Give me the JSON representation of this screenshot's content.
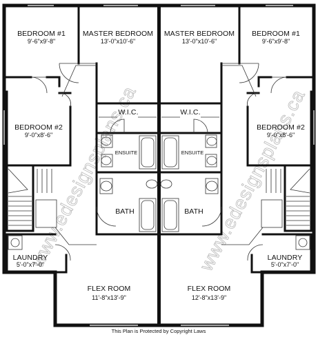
{
  "left_unit": {
    "bedroom1": {
      "name": "BEDROOM #1",
      "dims": "9'-6\"x9'-8\""
    },
    "master": {
      "name": "MASTER BEDROOM",
      "dims": "13'-0\"x10'-6\""
    },
    "wic": {
      "name": "W.I.C."
    },
    "bedroom2": {
      "name": "BEDROOM #2",
      "dims": "9'-0\"x8'-6\""
    },
    "ensuite": {
      "name": "ENSUITE"
    },
    "bath": {
      "name": "BATH"
    },
    "laundry": {
      "name": "LAUNDRY",
      "dims": "5'-0\"x7'-0\""
    },
    "flex": {
      "name": "FLEX ROOM",
      "dims": "11'-8\"x13'-9\""
    }
  },
  "right_unit": {
    "master": {
      "name": "MASTER BEDROOM",
      "dims": "13'-0\"x10'-6\""
    },
    "bedroom1": {
      "name": "BEDROOM #1",
      "dims": "9'-6\"x9'-8\""
    },
    "wic": {
      "name": "W.I.C."
    },
    "bedroom2": {
      "name": "BEDROOM #2",
      "dims": "9'-0\"x8'-6\""
    },
    "ensuite": {
      "name": "ENSUITE"
    },
    "bath": {
      "name": "BATH"
    },
    "laundry": {
      "name": "LAUNDRY",
      "dims": "5'-0\"x7'-0\""
    },
    "flex": {
      "name": "FLEX ROOM",
      "dims": "12'-8\"x13'-9\""
    }
  },
  "watermark": "www.edesignsplans.ca",
  "footer": "This Plan is Protected by Copyright Laws",
  "colors": {
    "wall": "#111111",
    "line": "#333333",
    "watermark": "#9a9a9a"
  }
}
